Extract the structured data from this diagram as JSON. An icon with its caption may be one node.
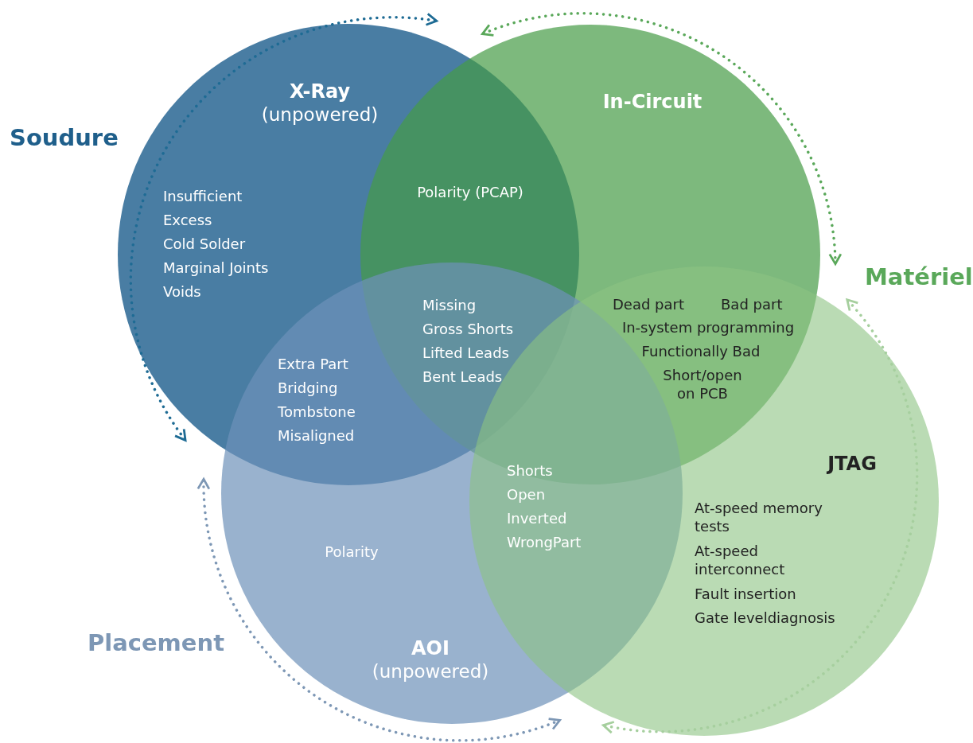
{
  "diagram": {
    "nodes": [
      {
        "text": [
          "X-Ray",
          "(unpowered)",
          "Insufficient",
          "Excess",
          "Cold Solder",
          "Marginal Joints",
          "Voids"
        ]
      },
      {
        "text": [
          "In-Circuit"
        ]
      },
      {
        "text": [
          "Polarity",
          "AOI",
          "(unpowered)"
        ]
      },
      {
        "text": [
          "JTAG",
          "At-speed memory tests",
          "At-speed interconnect",
          "Fault insertion",
          "Gate leveldiagnosis"
        ]
      }
    ],
    "edges": [],
    "labels": [
      "Soudure",
      "Polarity (PCAP)",
      "Matériel",
      "Missing",
      "Gross Shorts",
      "Lifted Leads",
      "Bent Leads",
      "Dead part",
      "Bad part",
      "In-system programming",
      "Functionally Bad",
      "Short/open on PCB",
      "Extra Part",
      "Bridging",
      "Tombstone",
      "Misaligned",
      "Shorts",
      "Open",
      "Inverted",
      "WrongPart",
      "Placement"
    ]
  }
}
